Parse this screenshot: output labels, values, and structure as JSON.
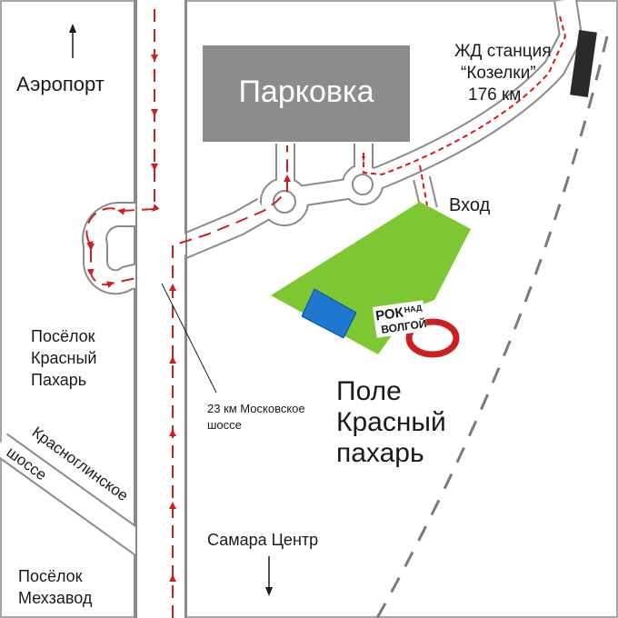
{
  "labels": {
    "parking": "Парковка",
    "airport": "Аэропорт",
    "station_line1": "ЖД станция",
    "station_line2": "“Козелки”",
    "station_line3": "176 км",
    "entrance": "Вход",
    "field_line1": "Поле",
    "field_line2": "Красный",
    "field_line3": "пахарь",
    "village_kp_line1": "Посёлок",
    "village_kp_line2": "Красный",
    "village_kp_line3": "Пахарь",
    "highway_line1": "23 км Московское",
    "highway_line2": "шоссе",
    "krasnoglinskoe_line1": "Красноглинское",
    "krasnoglinskoe_line2": "шоссе",
    "samara": "Самара Центр",
    "village_mz_line1": "Посёлок",
    "village_mz_line2": "Мехзавод"
  },
  "logo": {
    "text_line1": "РОК",
    "text_line2": "НАД",
    "text_line3": "ВОЛГОЙ"
  },
  "colors": {
    "road_fill": "#ffffff",
    "road_edge": "#8a8a8a",
    "route": "#cc1f1f",
    "field": "#7dc832",
    "stage": "#1e78d2",
    "parking": "#8c8c8c",
    "railway": "#7a7a7a"
  }
}
